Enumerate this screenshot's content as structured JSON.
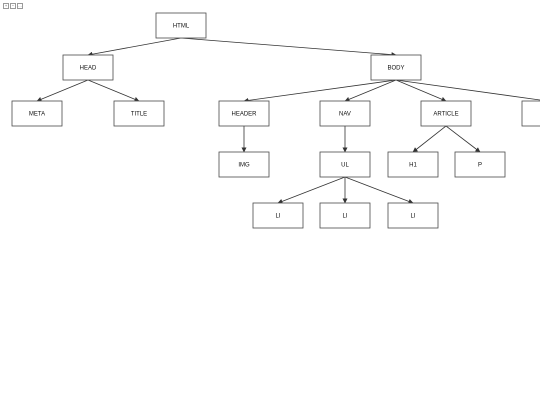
{
  "toolbar": {
    "zoom_in_label": "+",
    "zoom_out_label": "−",
    "fit_label": "…"
  },
  "tree": {
    "nodes": [
      {
        "id": "html",
        "label": "HTML"
      },
      {
        "id": "head",
        "label": "HEAD"
      },
      {
        "id": "body",
        "label": "BODY"
      },
      {
        "id": "meta",
        "label": "META"
      },
      {
        "id": "title",
        "label": "TITLE"
      },
      {
        "id": "header",
        "label": "HEADER"
      },
      {
        "id": "nav",
        "label": "NAV"
      },
      {
        "id": "article",
        "label": "ARTICLE"
      },
      {
        "id": "footer",
        "label": ""
      },
      {
        "id": "img",
        "label": "IMG"
      },
      {
        "id": "ul",
        "label": "UL"
      },
      {
        "id": "h1",
        "label": "H1"
      },
      {
        "id": "p",
        "label": "P"
      },
      {
        "id": "li1",
        "label": "LI"
      },
      {
        "id": "li2",
        "label": "LI"
      },
      {
        "id": "li3",
        "label": "LI"
      }
    ],
    "edges": [
      [
        "html",
        "head"
      ],
      [
        "html",
        "body"
      ],
      [
        "head",
        "meta"
      ],
      [
        "head",
        "title"
      ],
      [
        "body",
        "header"
      ],
      [
        "body",
        "nav"
      ],
      [
        "body",
        "article"
      ],
      [
        "body",
        "footer"
      ],
      [
        "header",
        "img"
      ],
      [
        "nav",
        "ul"
      ],
      [
        "article",
        "h1"
      ],
      [
        "article",
        "p"
      ],
      [
        "ul",
        "li1"
      ],
      [
        "ul",
        "li2"
      ],
      [
        "ul",
        "li3"
      ]
    ]
  }
}
